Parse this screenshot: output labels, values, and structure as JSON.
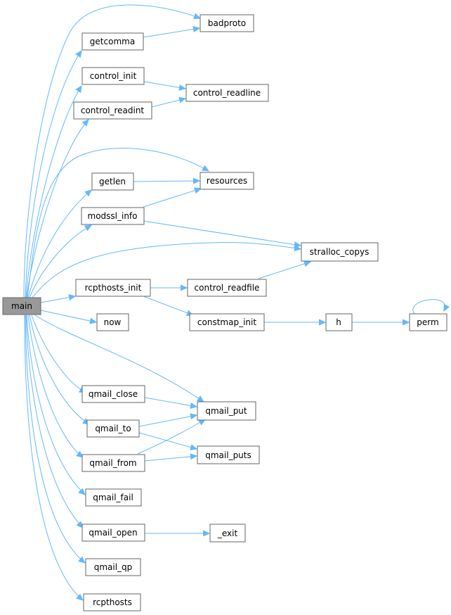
{
  "colors": {
    "edge": "#63b8ff",
    "node_border": "#666666",
    "root_fill": "#999999",
    "node_fill": "#ffffff"
  },
  "nodes": {
    "main": "main",
    "badproto": "badproto",
    "getcomma": "getcomma",
    "control_init": "control_init",
    "control_readint": "control_readint",
    "control_readline": "control_readline",
    "getlen": "getlen",
    "resources": "resources",
    "modssl_info": "modssl_info",
    "stralloc_copys": "stralloc_copys",
    "rcpthosts_init": "rcpthosts_init",
    "control_readfile": "control_readfile",
    "constmap_init": "constmap_init",
    "h": "h",
    "perm": "perm",
    "now": "now",
    "qmail_close": "qmail_close",
    "qmail_put": "qmail_put",
    "qmail_to": "qmail_to",
    "qmail_puts": "qmail_puts",
    "qmail_from": "qmail_from",
    "qmail_fail": "qmail_fail",
    "qmail_open": "qmail_open",
    "_exit": "_exit",
    "qmail_qp": "qmail_qp",
    "rcpthosts": "rcpthosts"
  }
}
